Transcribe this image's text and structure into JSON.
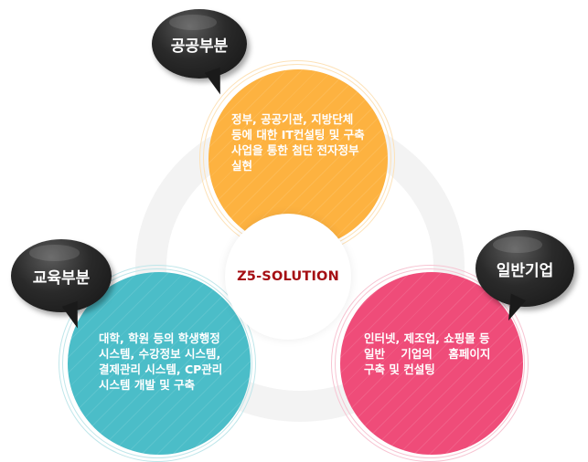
{
  "diagram": {
    "center": {
      "label": "Z5-SOLUTION",
      "color": "#a50f14"
    },
    "sectors": [
      {
        "id": "public",
        "bubble_label": "공공부분",
        "color": "#fdb240",
        "lines": [
          "정부,  공공기관,  지방단체",
          "등에 대한 IT컨설팅 및 구축",
          "사업을 통한 첨단 전자정부",
          "실현"
        ]
      },
      {
        "id": "education",
        "bubble_label": "교육부분",
        "color": "#4bbdc8",
        "lines": [
          "대학, 학원 등의 학생행정",
          "시스템, 수강정보 시스템,",
          "결제관리 시스템, CP관리",
          "시스템 개발 및 구축"
        ]
      },
      {
        "id": "enterprise",
        "bubble_label": "일반기업",
        "color": "#ef4c79",
        "lines": [
          "인터넷, 제조업, 쇼핑몰 등",
          "일반    기업의    홈페이지",
          "구축 및 컨설팅"
        ]
      }
    ]
  }
}
